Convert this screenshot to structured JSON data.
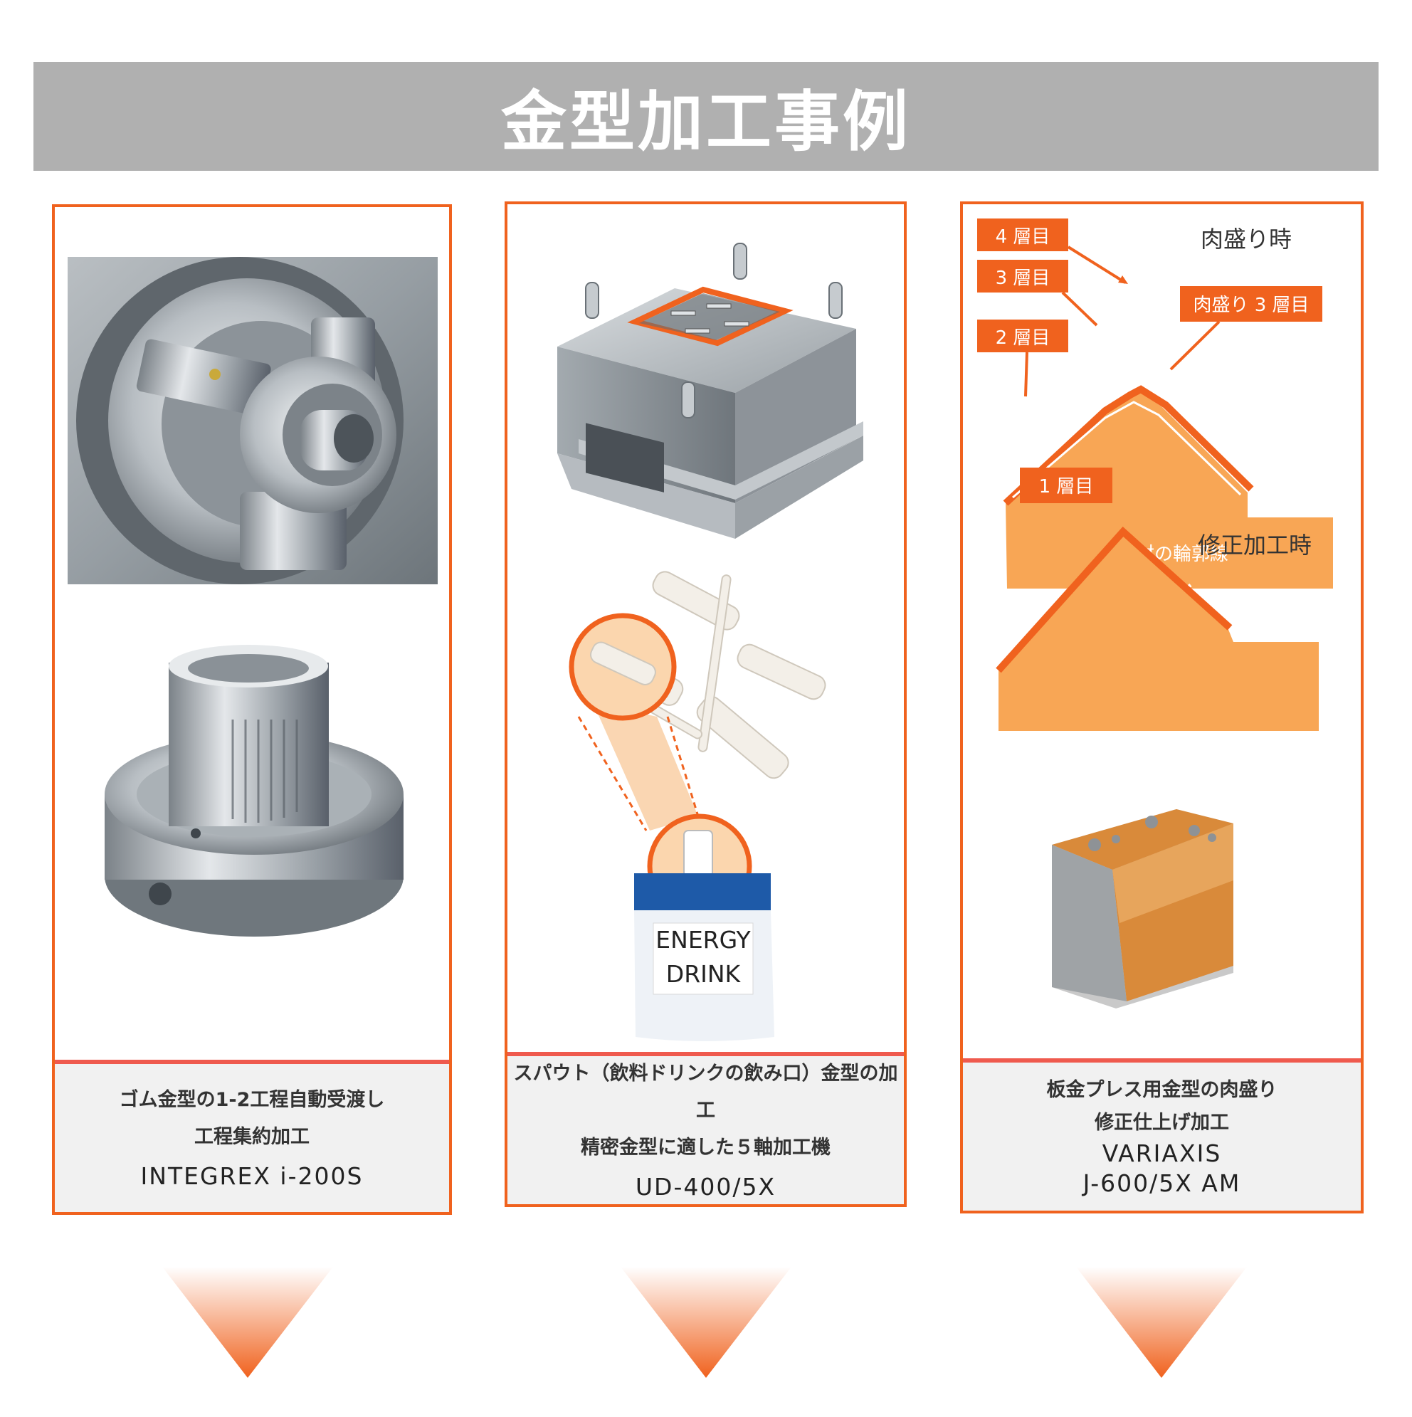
{
  "header": {
    "title": "金型加工事例"
  },
  "cards": [
    {
      "lines": [
        "ゴム金型の1-2工程自動受渡し",
        "工程集約加工"
      ],
      "model": [
        "INTEGREX i-200S"
      ]
    },
    {
      "lines": [
        "スパウト（飲料ドリンクの飲み口）金型の加工",
        "精密金型に適した５軸加工機"
      ],
      "model": [
        "UD-400/5X"
      ],
      "pouch_label": [
        "ENERGY",
        "DRINK"
      ]
    },
    {
      "lines": [
        "板金プレス用金型の肉盛り",
        "修正仕上げ加工"
      ],
      "model": [
        "VARIAXIS",
        "J-600/5X AM"
      ],
      "diagram": {
        "title_build": "肉盛り時",
        "title_fix": "修正加工時",
        "layer4": "4 層目",
        "layer3": "3 層目",
        "layer2": "2 層目",
        "layer1": "1 層目",
        "build3": "肉盛り 3 層目",
        "contour": "母材の輪郭線"
      }
    }
  ],
  "colors": {
    "accent": "#f0621e",
    "banner": "#b0b0b0",
    "caption_bg": "#f1f1f1",
    "diagram_orange": "#f8a655",
    "pouch_blue": "#1e5aa8"
  }
}
